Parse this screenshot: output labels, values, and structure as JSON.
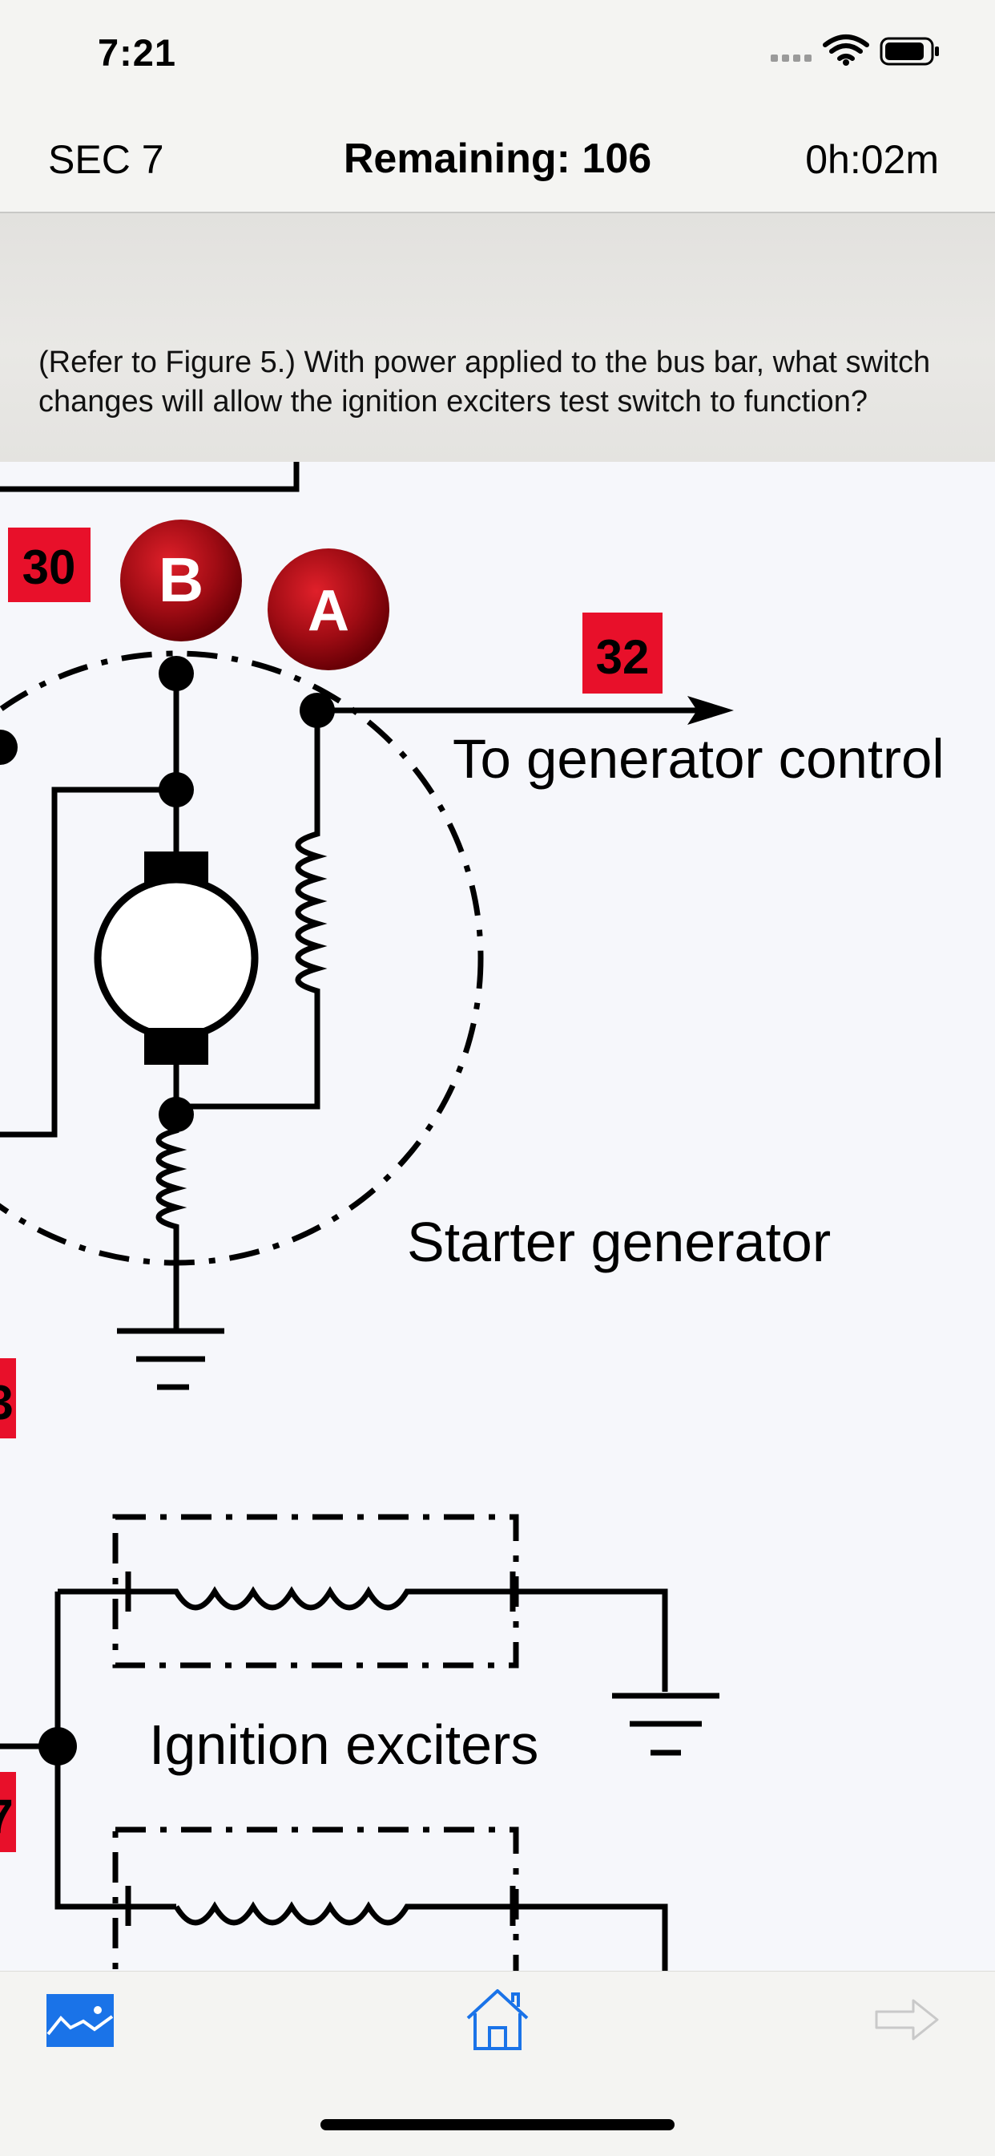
{
  "status_bar": {
    "time": "7:21"
  },
  "nav": {
    "section": "SEC 7",
    "remaining": "Remaining: 106",
    "timer": "0h:02m"
  },
  "question": {
    "text": "(Refer to Figure 5.) With power applied to the bus bar, what switch changes will allow the ignition exciters test switch to function?"
  },
  "figure": {
    "badge_30": "30",
    "terminal_b": "B",
    "terminal_a": "A",
    "badge_32": "32",
    "generator_control_label": "To generator control",
    "starter_generator_label": "Starter generator",
    "partial_badge_left_1": "3",
    "ignition_exciters_label": "Ignition exciters",
    "partial_badge_left_2": "7"
  },
  "tab_bar": {
    "items": [
      {
        "icon": "image-icon"
      },
      {
        "icon": "home-icon"
      },
      {
        "icon": "arrow-right-icon"
      }
    ]
  },
  "colors": {
    "accent": "#1a73e8",
    "badge_red": "#e8102a",
    "terminal_red": "#b01018",
    "disabled": "#c9c9c9"
  }
}
